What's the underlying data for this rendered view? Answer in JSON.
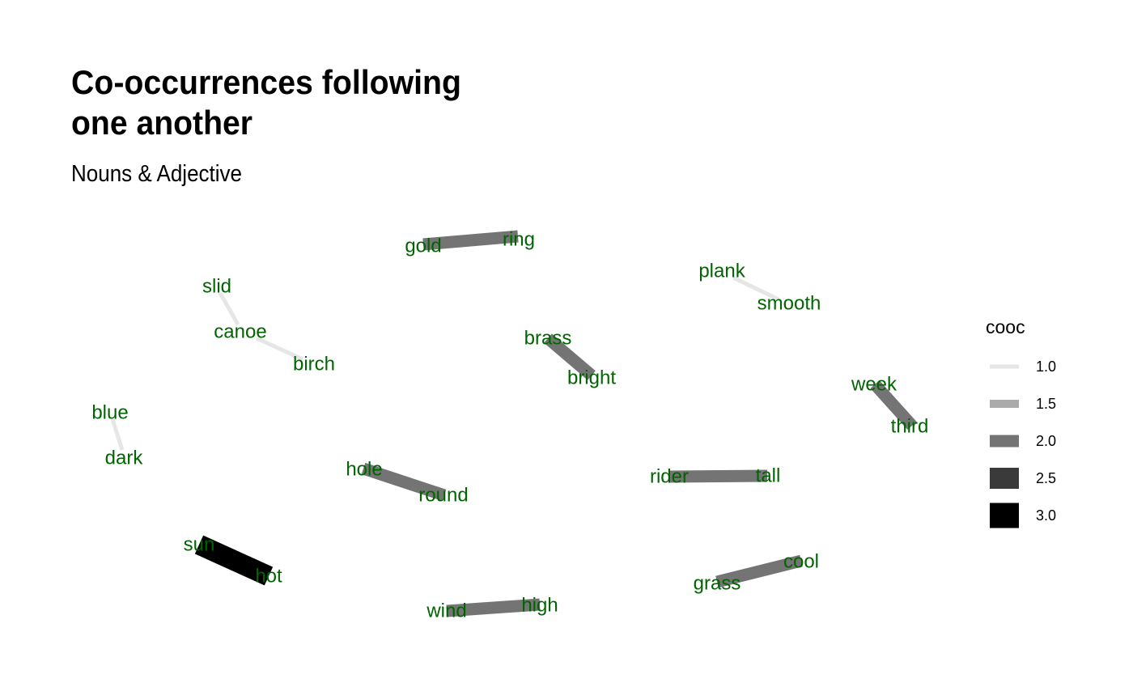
{
  "chart_data": {
    "type": "network",
    "title_lines": [
      "Co-occurrences following",
      "one another"
    ],
    "subtitle": "Nouns & Adjective",
    "legend": {
      "title": "cooc",
      "levels": [
        {
          "label": "1.0",
          "value": 1.0,
          "color": "#e6e6e6"
        },
        {
          "label": "1.5",
          "value": 1.5,
          "color": "#ababab"
        },
        {
          "label": "2.0",
          "value": 2.0,
          "color": "#747474"
        },
        {
          "label": "2.5",
          "value": 2.5,
          "color": "#3a3a3a"
        },
        {
          "label": "3.0",
          "value": 3.0,
          "color": "#000000"
        }
      ]
    },
    "label_color": "#006400",
    "edges": [
      {
        "from": "gold",
        "to": "ring",
        "cooc": 2.0
      },
      {
        "from": "plank",
        "to": "smooth",
        "cooc": 1.0
      },
      {
        "from": "slid",
        "to": "canoe",
        "cooc": 1.0
      },
      {
        "from": "canoe",
        "to": "birch",
        "cooc": 1.0
      },
      {
        "from": "brass",
        "to": "bright",
        "cooc": 2.0
      },
      {
        "from": "week",
        "to": "third",
        "cooc": 2.0
      },
      {
        "from": "blue",
        "to": "dark",
        "cooc": 1.0
      },
      {
        "from": "hole",
        "to": "round",
        "cooc": 2.0
      },
      {
        "from": "rider",
        "to": "tall",
        "cooc": 2.0
      },
      {
        "from": "sun",
        "to": "hot",
        "cooc": 3.0
      },
      {
        "from": "grass",
        "to": "cool",
        "cooc": 2.0
      },
      {
        "from": "wind",
        "to": "high",
        "cooc": 2.0
      }
    ],
    "nodes": [
      "gold",
      "ring",
      "plank",
      "smooth",
      "slid",
      "canoe",
      "birch",
      "brass",
      "bright",
      "week",
      "third",
      "blue",
      "dark",
      "hole",
      "round",
      "rider",
      "tall",
      "sun",
      "hot",
      "grass",
      "cool",
      "wind",
      "high"
    ]
  }
}
